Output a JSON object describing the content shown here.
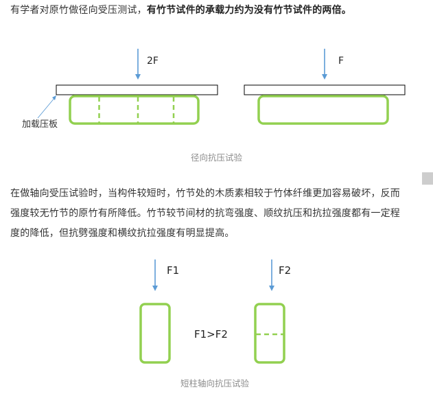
{
  "intro": {
    "normal": "有学者对原竹做径向受压测试，",
    "bold": "有竹节试件的承载力约为没有竹节试件的两倍。"
  },
  "figure1": {
    "left": {
      "force_label": "2F",
      "plate_label": "加载压板",
      "has_nodes": true,
      "node_count": 3
    },
    "right": {
      "force_label": "F",
      "has_nodes": false
    },
    "caption": "径向抗压试验"
  },
  "body_text": {
    "lines": [
      "在做轴向受压试验时，当构件较短时，竹节处的木质素相较于竹体纤维更加容易破坏，反而",
      "强度较无竹节的原竹有所降低。竹节较节间材的抗弯强度、顺纹抗压和抗拉强度都有一定程",
      "度的降低，但抗劈强度和横纹抗拉强度有明显提高。"
    ]
  },
  "figure2": {
    "left": {
      "force_label": "F1",
      "has_node": false
    },
    "right": {
      "force_label": "F2",
      "has_node": true
    },
    "comparison": "F1>F2",
    "caption": "短柱轴向抗压试验"
  },
  "colors": {
    "arrow": "#5b9bd5",
    "specimen": "#92d050",
    "plate_border": "#000000",
    "caption": "#8c8c8c"
  }
}
